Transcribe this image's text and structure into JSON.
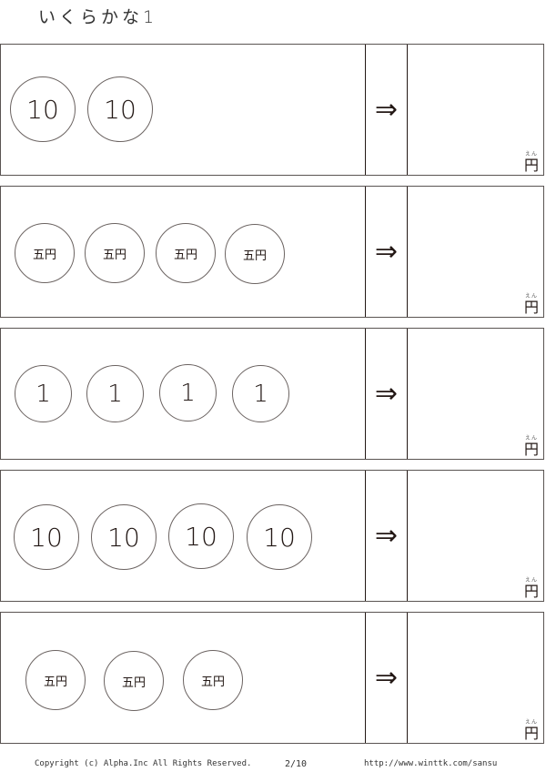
{
  "title": "いくらかな1",
  "rows": [
    {
      "coins": [
        "10",
        "10"
      ]
    },
    {
      "coins": [
        "五円",
        "五円",
        "五円",
        "五円"
      ]
    },
    {
      "coins": [
        "1",
        "1",
        "1",
        "1"
      ]
    },
    {
      "coins": [
        "10",
        "10",
        "10",
        "10"
      ]
    },
    {
      "coins": [
        "五円",
        "五円",
        "五円"
      ]
    }
  ],
  "arrow_symbol": "⇒",
  "answer_unit": {
    "kanji": "円",
    "ruby": "えん"
  },
  "footer": {
    "copyright": "Copyright (c) Alpha.Inc All Rights Reserved.",
    "page": "2/10",
    "url": "http://www.winttk.com/sansu"
  }
}
